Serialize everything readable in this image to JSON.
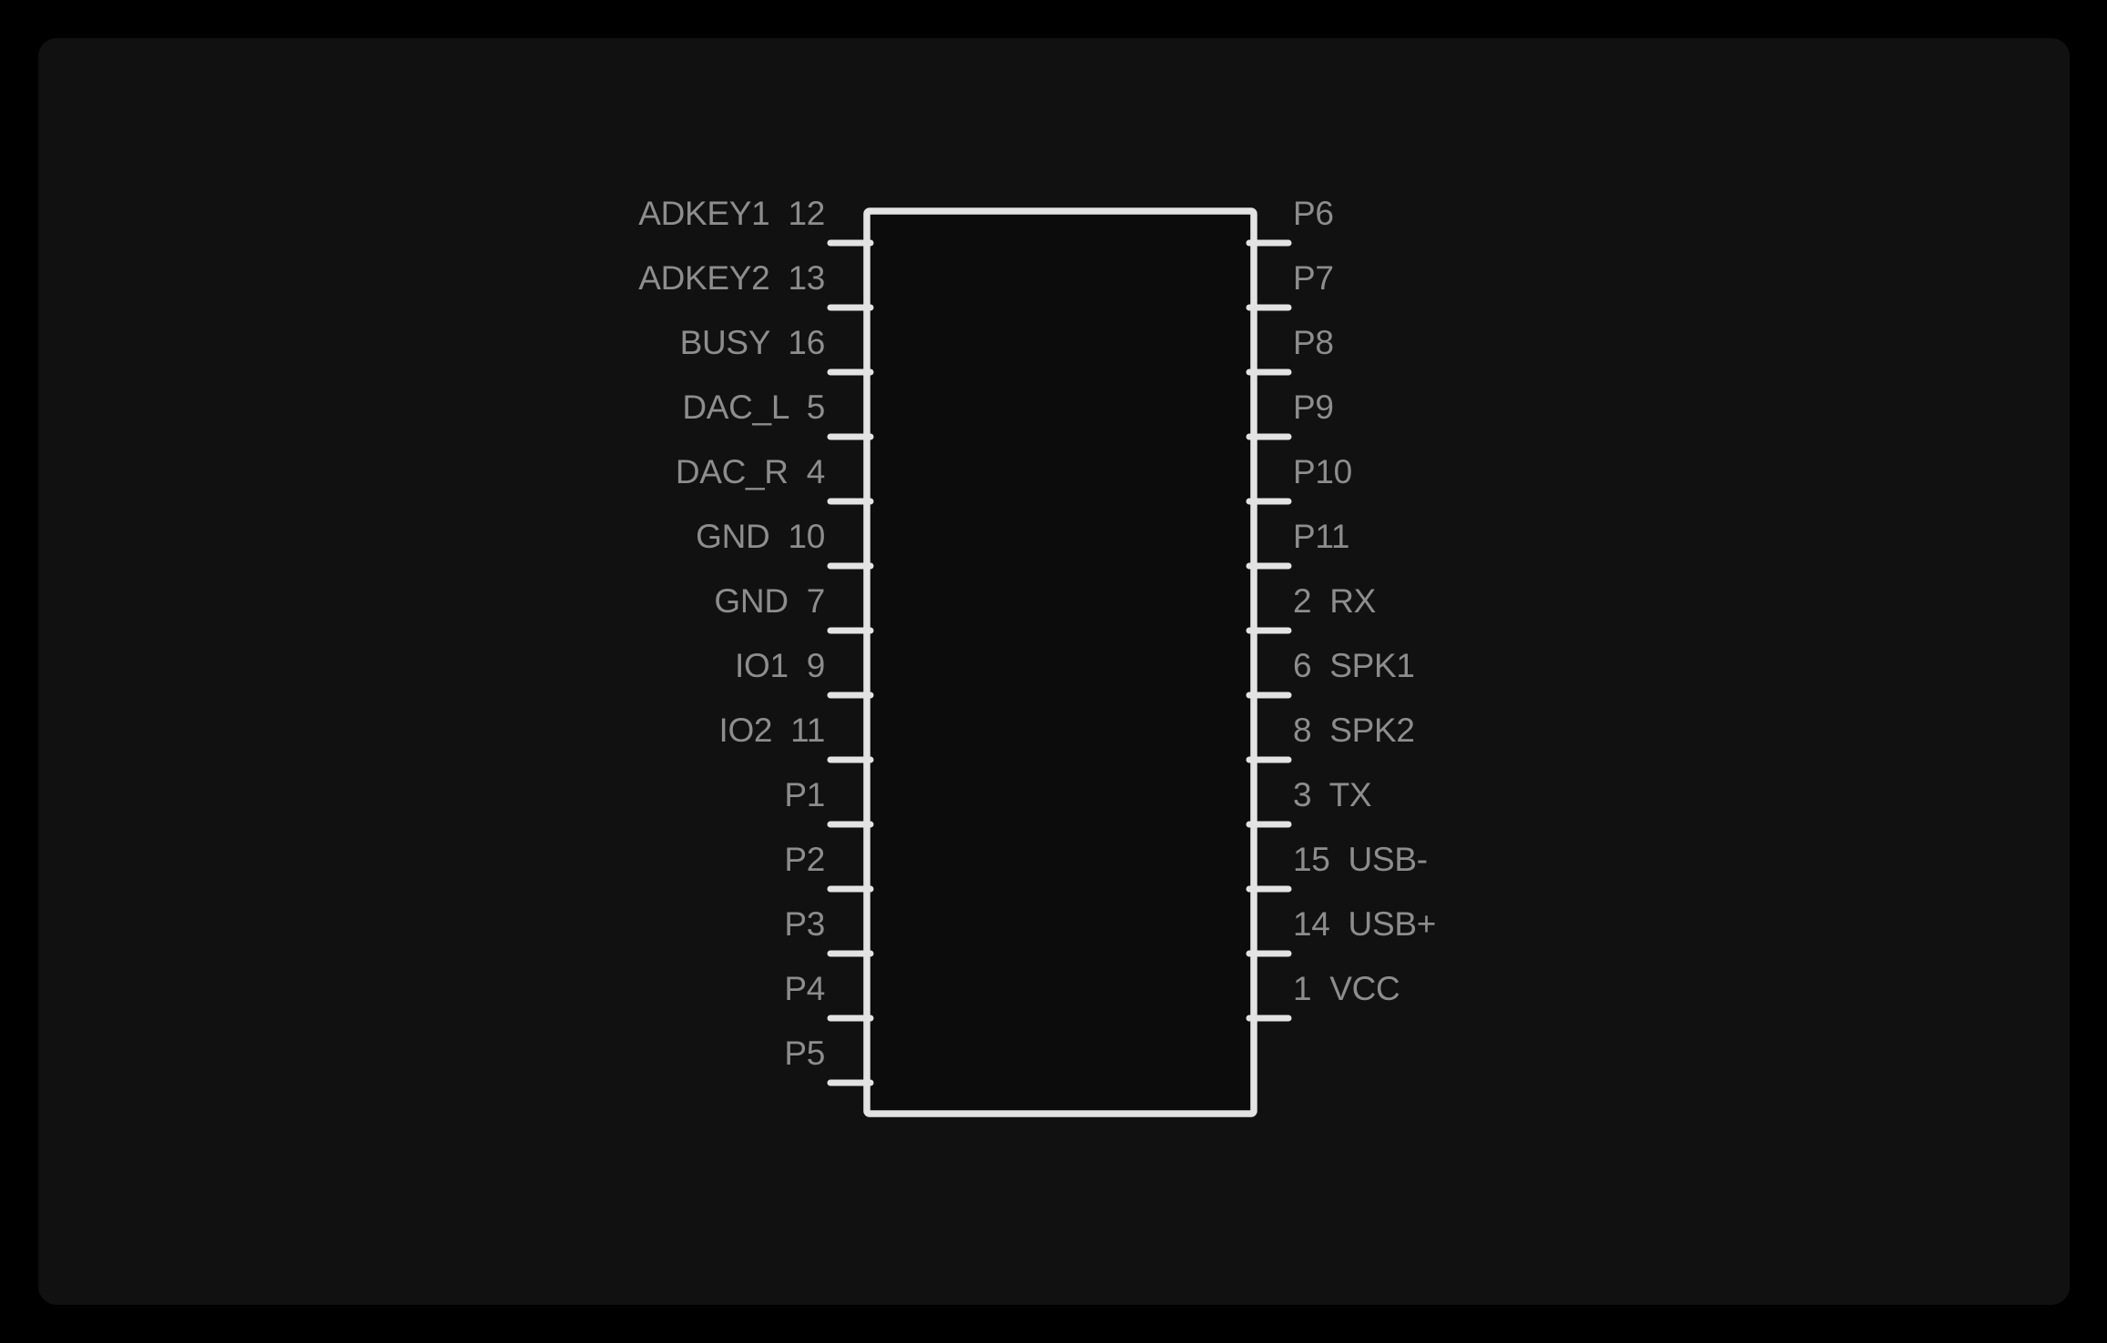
{
  "schematic": {
    "colors": {
      "page_bg": "#000000",
      "panel_bg": "#111111",
      "chip_fill": "#0c0c0c",
      "outline": "#e3e3e3",
      "label_text": "#8d8d8d"
    },
    "left_pins": [
      {
        "label": "ADKEY1 12"
      },
      {
        "label": "ADKEY2 13"
      },
      {
        "label": "BUSY 16"
      },
      {
        "label": "DAC_L 5"
      },
      {
        "label": "DAC_R 4"
      },
      {
        "label": "GND 10"
      },
      {
        "label": "GND 7"
      },
      {
        "label": "IO1 9"
      },
      {
        "label": "IO2 11"
      },
      {
        "label": "P1"
      },
      {
        "label": "P2"
      },
      {
        "label": "P3"
      },
      {
        "label": "P4"
      },
      {
        "label": "P5"
      }
    ],
    "right_pins": [
      {
        "label": "P6"
      },
      {
        "label": "P7"
      },
      {
        "label": "P8"
      },
      {
        "label": "P9"
      },
      {
        "label": "P10"
      },
      {
        "label": "P11"
      },
      {
        "label": "2 RX"
      },
      {
        "label": "6 SPK1"
      },
      {
        "label": "8 SPK2"
      },
      {
        "label": "3 TX"
      },
      {
        "label": "15 USB-"
      },
      {
        "label": "14 USB+"
      },
      {
        "label": "1 VCC"
      }
    ]
  }
}
